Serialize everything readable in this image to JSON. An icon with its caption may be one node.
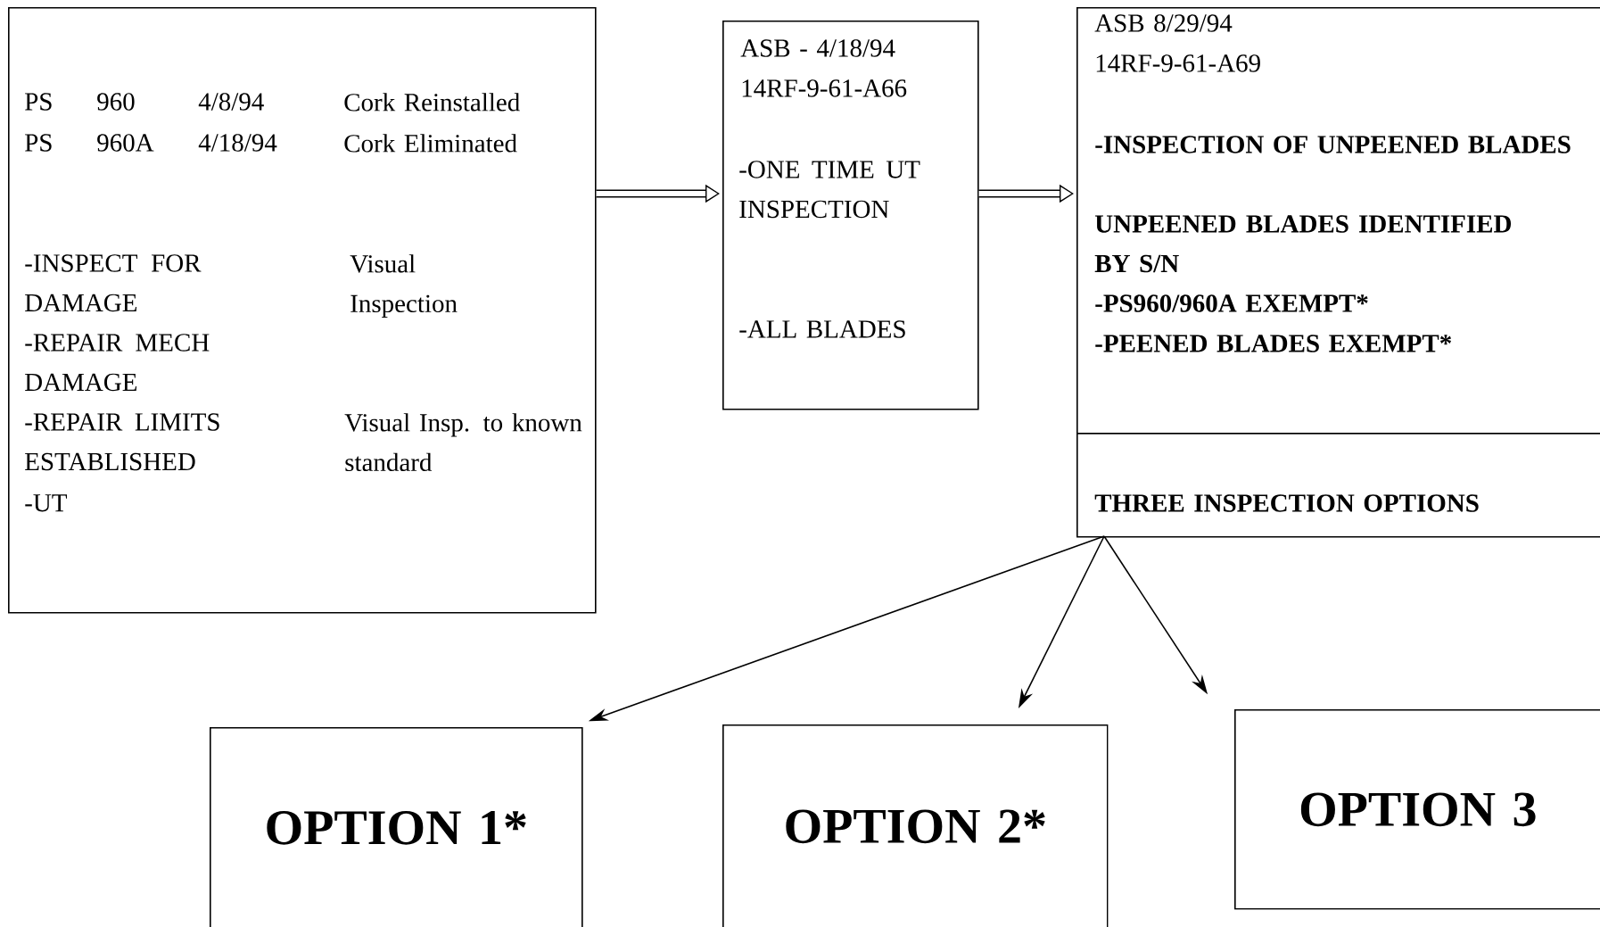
{
  "diagram": {
    "nodes": [
      {
        "text": [
          "PS",
          "960",
          "4/8/94",
          "Cork Reinstalled",
          "PS",
          "960A",
          "4/18/94",
          "Cork Eliminated",
          "-INSPECT FOR DAMAGE",
          "Visual Inspection",
          "-REPAIR MECH DAMAGE",
          "-REPAIR LIMITS ESTABLISHED",
          "Visual Insp. to known standard",
          "-UT"
        ]
      },
      {
        "text": [
          "ASB - 4/18/94",
          "14RF-9-61-A66",
          "-ONE TIME UT INSPECTION",
          "-ALL  BLADES"
        ]
      },
      {
        "text": [
          "ASB 8/29/94",
          "14RF-9-61-A69",
          "-INSPECTION OF UNPEENED BLADES",
          "UNPEENED BLADES IDENTIFIED BY S/N",
          "-PS960/960A EXEMPT*",
          "-PEENED BLADES EXEMPT*"
        ]
      },
      {
        "text": [
          "THREE INSPECTION OPTIONS"
        ]
      },
      {
        "text": [
          "OPTION 1*"
        ]
      },
      {
        "text": [
          "OPTION 2*"
        ]
      },
      {
        "text": [
          "OPTION 3"
        ]
      }
    ],
    "edges": [
      {
        "from": 0,
        "to": 1,
        "arrow": "to",
        "style": "thick"
      },
      {
        "from": 1,
        "to": 2,
        "arrow": "to",
        "style": "thick"
      },
      {
        "from": 3,
        "to": 4,
        "arrow": "to"
      },
      {
        "from": 3,
        "to": 5,
        "arrow": "to"
      },
      {
        "from": 3,
        "to": 6,
        "arrow": "to"
      }
    ]
  }
}
